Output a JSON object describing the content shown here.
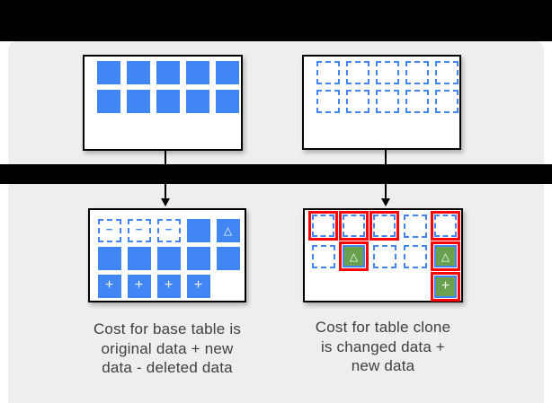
{
  "colors": {
    "blue": "#4285f4",
    "green": "#6aa14e",
    "red": "#fd0000",
    "panel_gray": "#eeeeee",
    "bar_black": "#000000",
    "text": "#3c4043"
  },
  "glyphs": {
    "minus": "−",
    "delta": "△",
    "plus": "+"
  },
  "grids": {
    "base_table_before": {
      "rows": [
        [
          "solid",
          "solid",
          "solid",
          "solid",
          "solid"
        ],
        [
          "solid",
          "solid",
          "solid",
          "solid",
          "solid"
        ]
      ]
    },
    "clone_table_before": {
      "rows": [
        [
          "dashed",
          "dashed",
          "dashed",
          "dashed",
          "dashed"
        ],
        [
          "dashed",
          "dashed",
          "dashed",
          "dashed",
          "dashed"
        ]
      ]
    },
    "base_table_after": {
      "rows": [
        [
          "dashed-minus",
          "dashed-minus",
          "dashed-minus",
          "solid",
          "solid-delta"
        ],
        [
          "solid",
          "solid",
          "solid",
          "solid",
          "solid"
        ],
        [
          "solid-plus",
          "solid-plus",
          "solid-plus",
          "solid-plus",
          "empty"
        ]
      ]
    },
    "clone_table_after": {
      "rows": [
        [
          "red-dashed",
          "red-dashed",
          "red-dashed",
          "dashed",
          "red-dashed"
        ],
        [
          "dashed",
          "red-green-delta",
          "dashed",
          "dashed",
          "red-green-delta"
        ],
        [
          "empty",
          "empty",
          "empty",
          "empty",
          "red-green-plus"
        ]
      ]
    }
  },
  "captions": {
    "left": {
      "lines": [
        "Cost for base table is",
        "original data + new",
        "data - deleted data"
      ]
    },
    "right": {
      "lines": [
        "Cost for table clone",
        "is changed data +",
        "new data"
      ]
    }
  }
}
